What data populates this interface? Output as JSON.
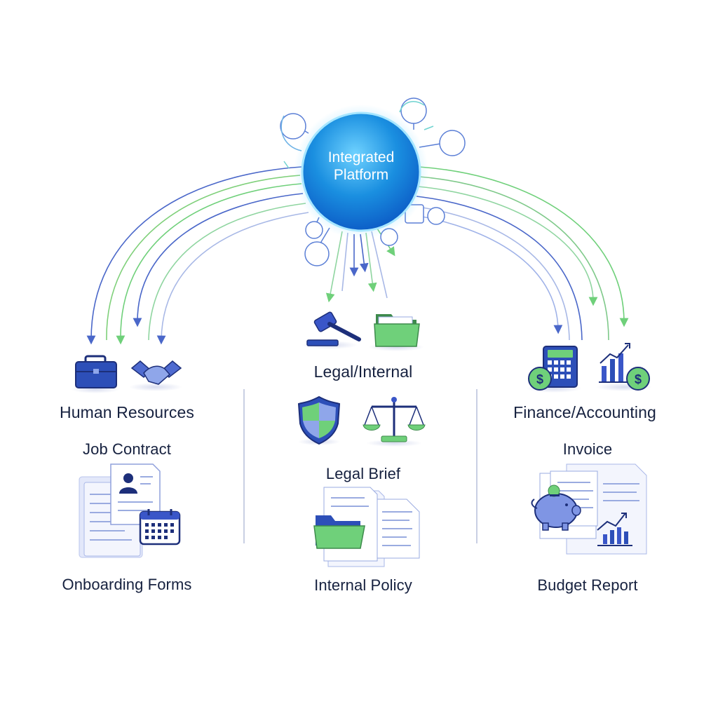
{
  "hub": {
    "line1": "Integrated",
    "line2": "Platform"
  },
  "sections": {
    "hr": {
      "title": "Human Resources",
      "doc_top": "Job Contract",
      "doc_bottom": "Onboarding Forms"
    },
    "legal": {
      "title": "Legal/Internal",
      "doc_top": "Legal Brief",
      "doc_bottom": "Internal Policy"
    },
    "finance": {
      "title": "Finance/Accounting",
      "doc_top": "Invoice",
      "doc_bottom": "Budget Report"
    }
  },
  "colors": {
    "navy": "#1d2f7a",
    "blue": "#3a56c8",
    "green": "#5cc96a",
    "light_blue": "#9fb2e8",
    "hub": "#1a8fe0"
  },
  "icons": [
    "briefcase-icon",
    "handshake-icon",
    "gavel-icon",
    "folder-icon",
    "calculator-icon",
    "growth-chart-icon",
    "shield-icon",
    "scales-icon",
    "profile-document-icon",
    "calendar-icon",
    "piggy-bank-icon",
    "bar-chart-icon"
  ]
}
